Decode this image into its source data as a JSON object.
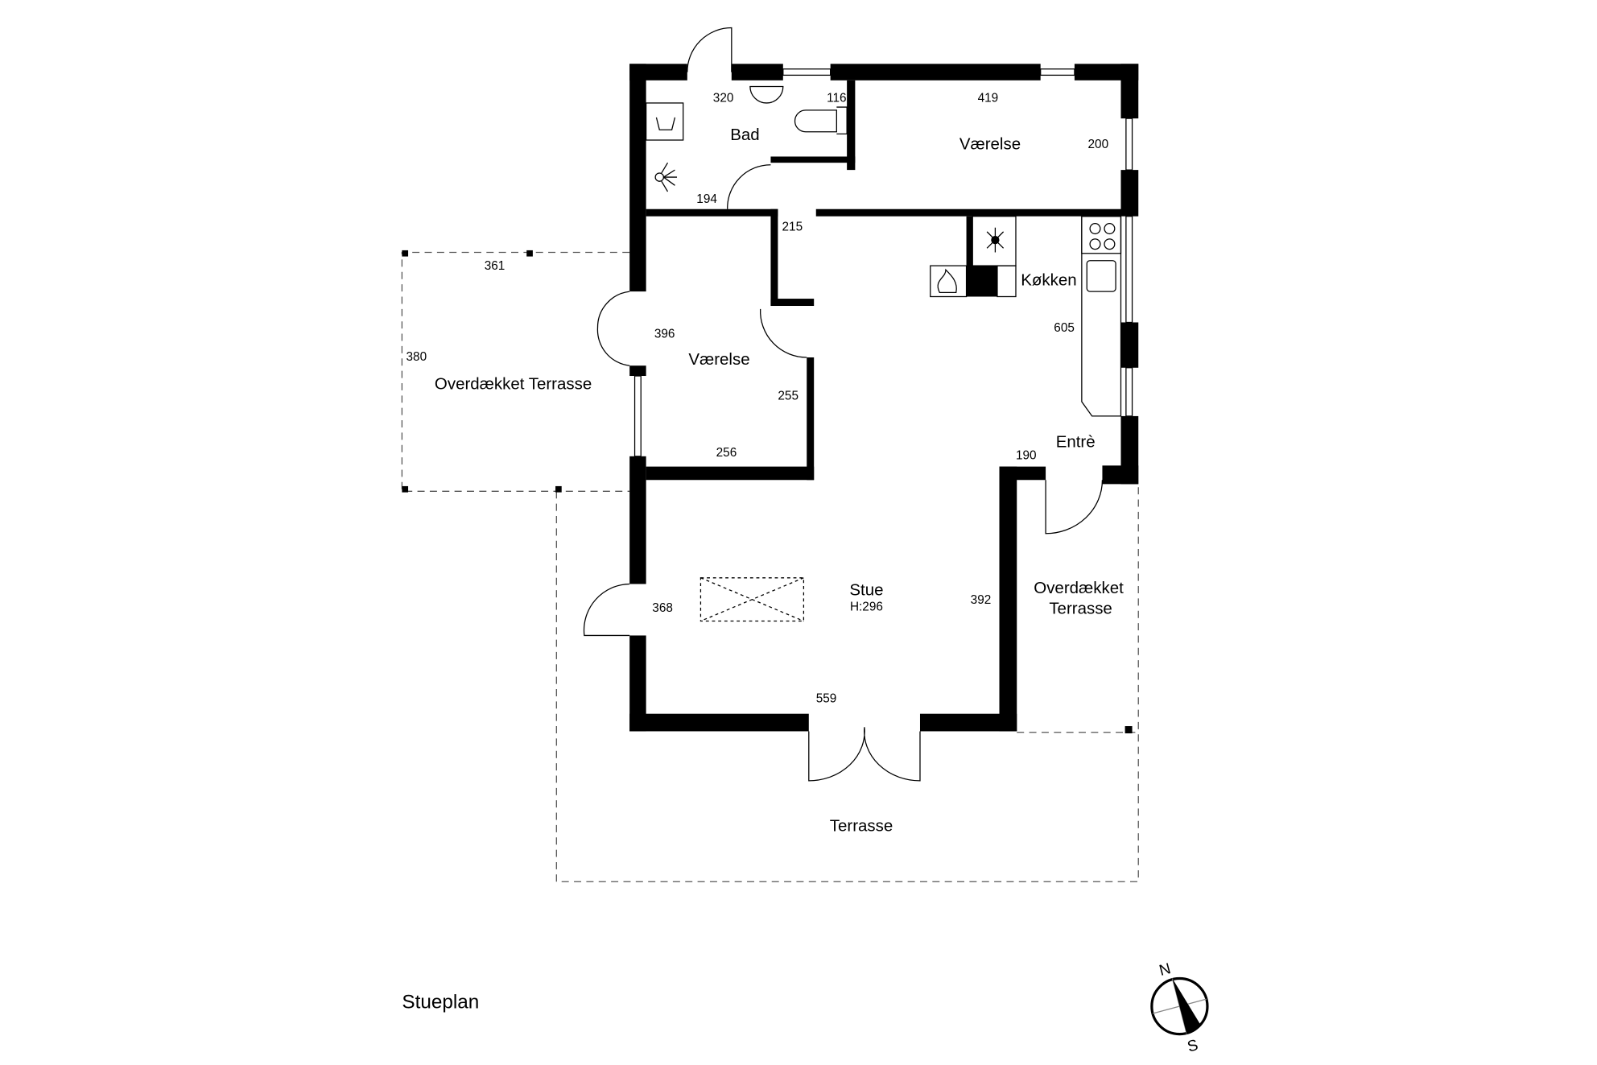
{
  "plan_title": "Stueplan",
  "rooms": {
    "bad": "Bad",
    "vaerelse_top": "Værelse",
    "vaerelse_left": "Værelse",
    "koekken": "Køkken",
    "entre": "Entrè",
    "stue": "Stue",
    "stue_height": "H:296",
    "terrace_left": "Overdækket Terrasse",
    "terrace_right_1": "Overdækket",
    "terrace_right_2": "Terrasse",
    "terrace_bottom": "Terrasse"
  },
  "dimensions": {
    "d320": "320",
    "d116": "116",
    "d419": "419",
    "d200": "200",
    "d194": "194",
    "d215": "215",
    "d361": "361",
    "d380": "380",
    "d396": "396",
    "d255": "255",
    "d256": "256",
    "d605": "605",
    "d190": "190",
    "d368": "368",
    "d392": "392",
    "d559": "559"
  },
  "compass": {
    "north": "N",
    "south": "S"
  }
}
